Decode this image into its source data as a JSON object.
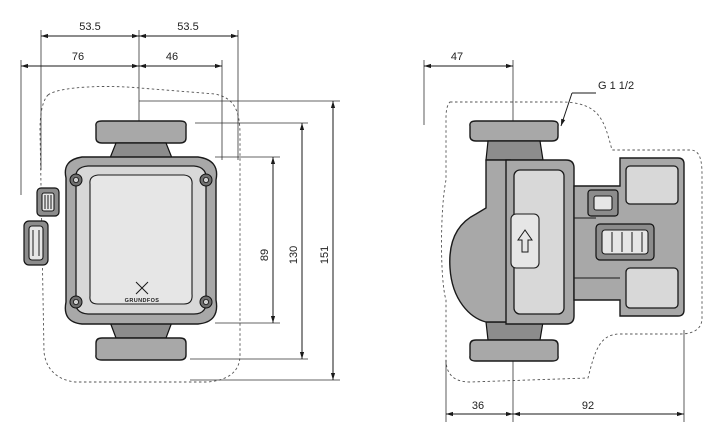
{
  "front_view": {
    "dim_top_left": "53.5",
    "dim_top_right": "53.5",
    "dim_mid_left": "76",
    "dim_mid_right": "46",
    "dim_height_small": "89",
    "dim_height_mid": "130",
    "dim_height_total": "151",
    "logo_text": "GRUNDFOS"
  },
  "side_view": {
    "dim_top": "47",
    "thread_label": "G 1 1/2",
    "dim_bottom_left": "36",
    "dim_bottom_right": "92"
  }
}
